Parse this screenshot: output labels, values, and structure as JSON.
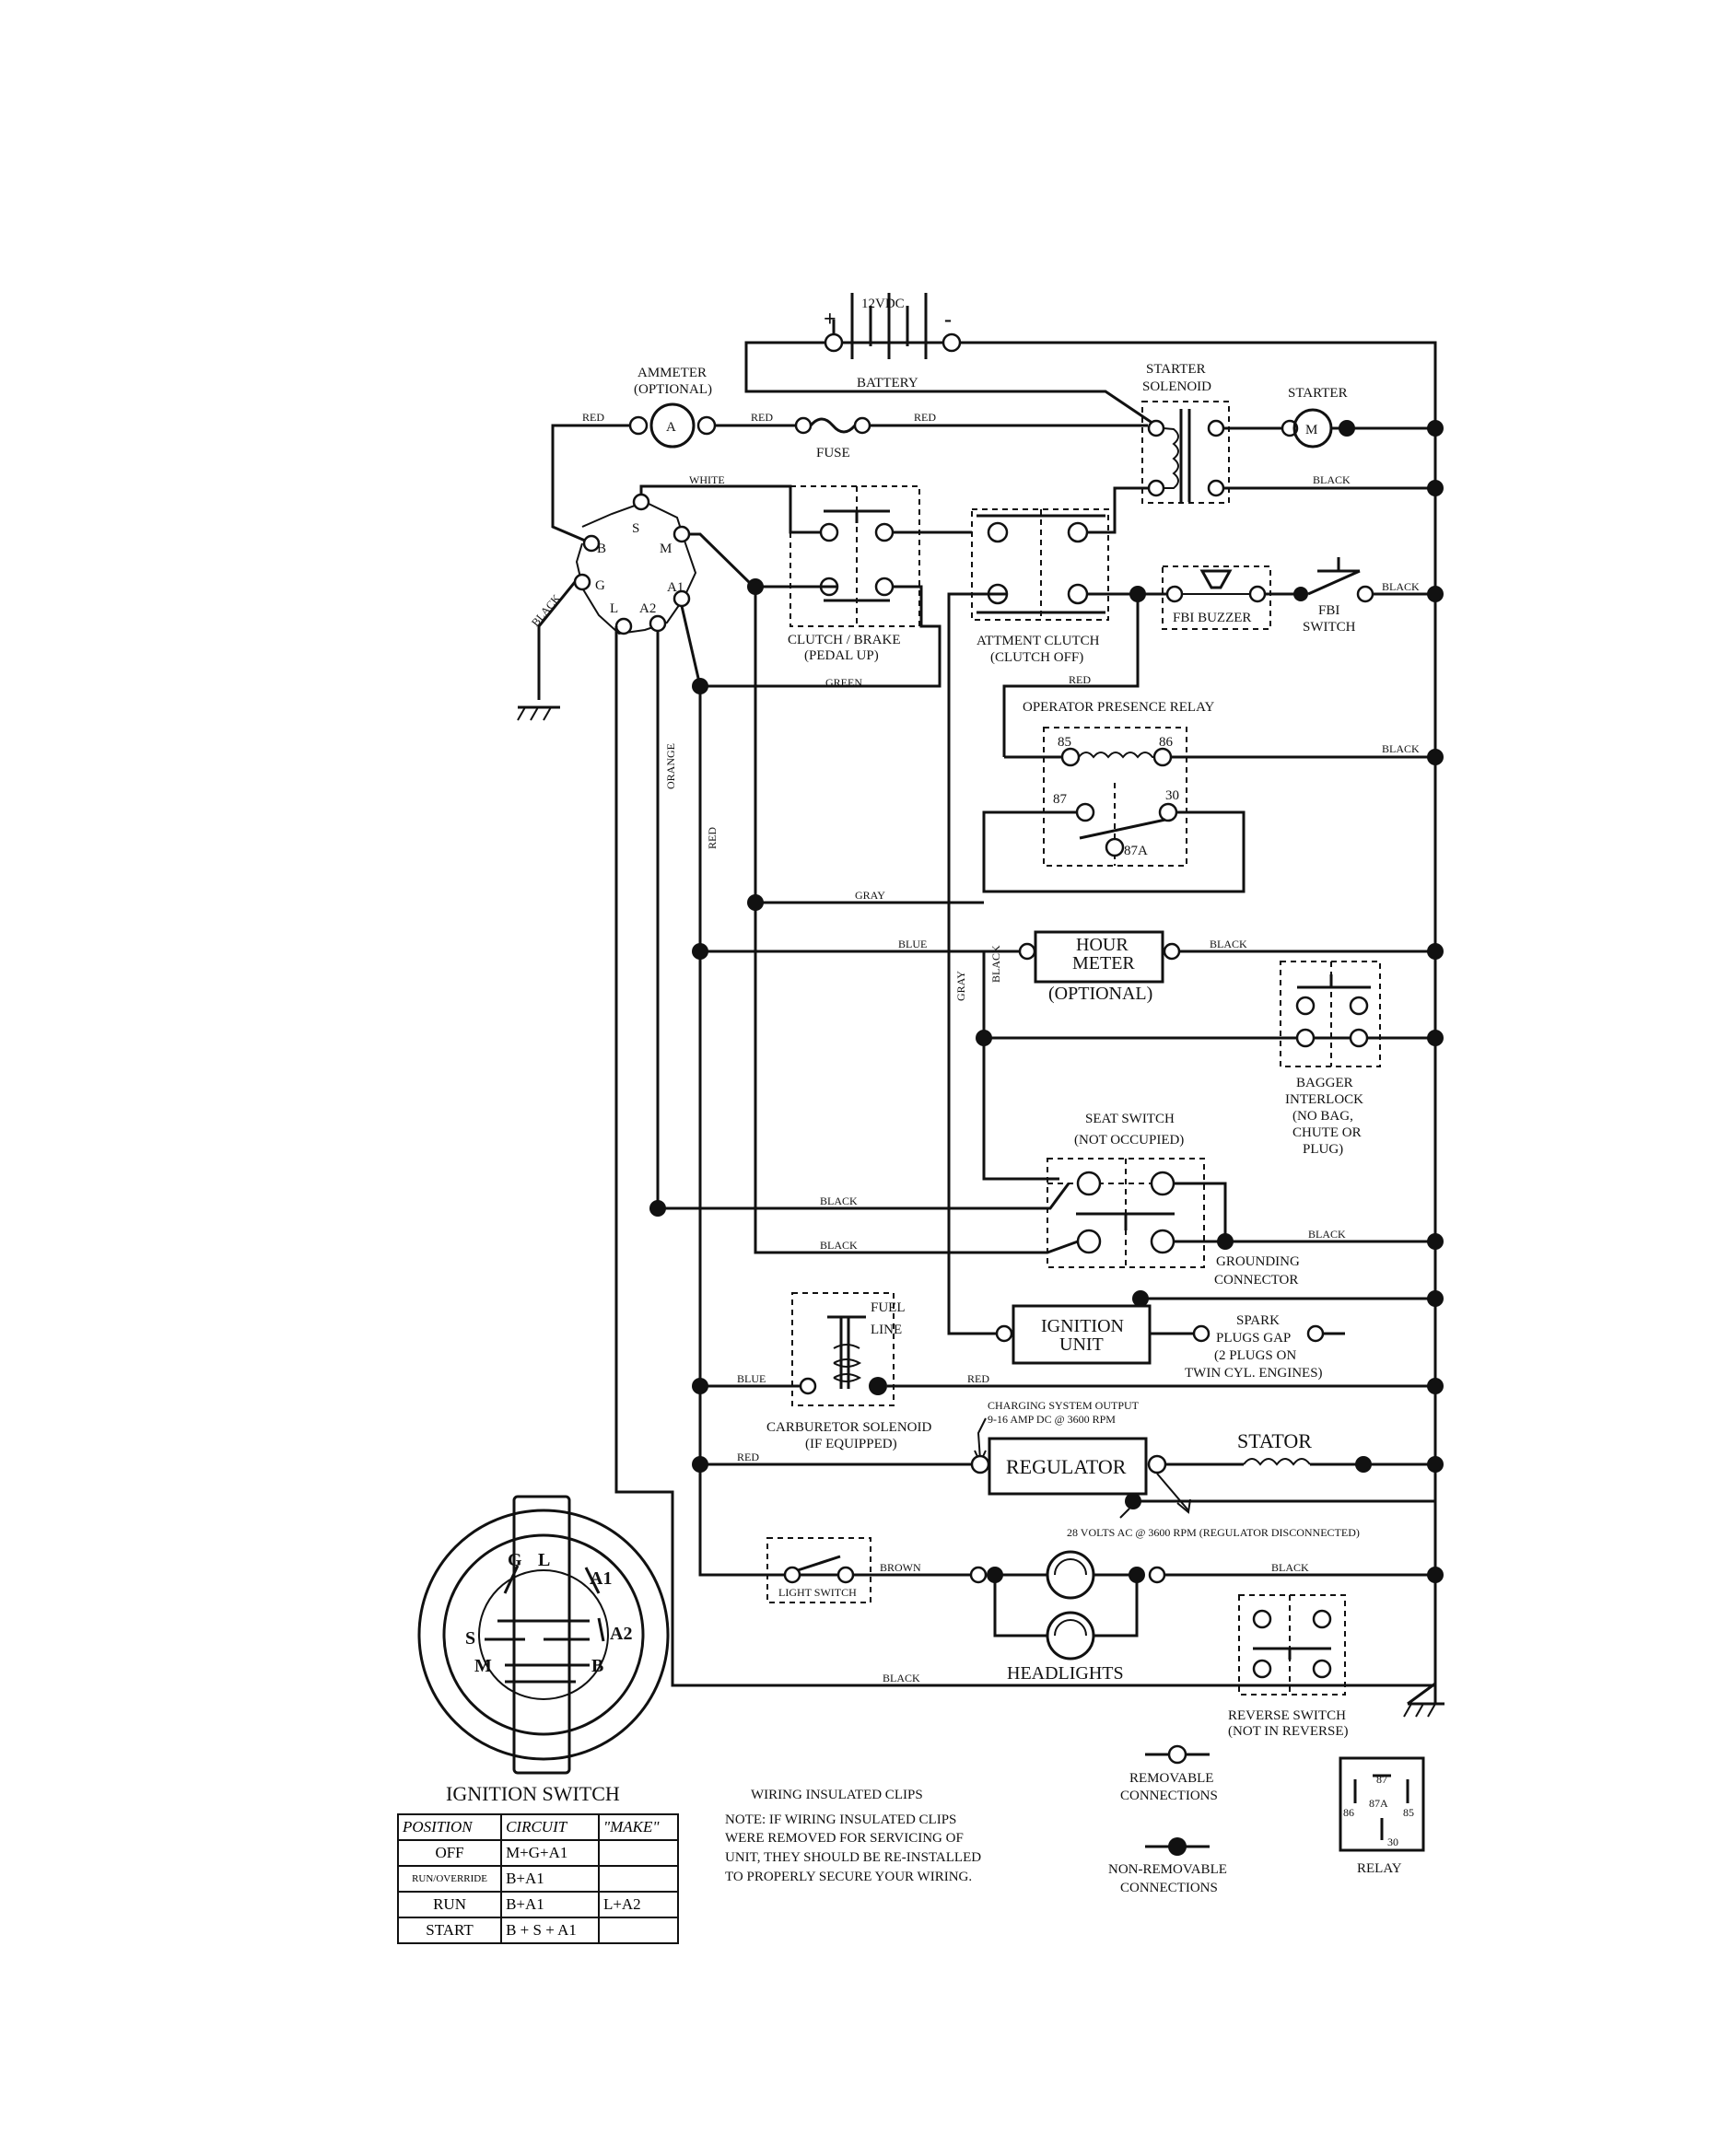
{
  "battery": {
    "voltage": "12VDC",
    "label": "BATTERY",
    "pos": "+",
    "neg": "-"
  },
  "ammeter": {
    "label": "AMMETER",
    "sub": "(OPTIONAL)",
    "symbol": "A"
  },
  "fuse": "FUSE",
  "starter_solenoid": [
    "STARTER",
    "SOLENOID"
  ],
  "starter": {
    "label": "STARTER",
    "symbol": "M"
  },
  "clutch_brake": [
    "CLUTCH / BRAKE",
    "(PEDAL UP)"
  ],
  "attment_clutch": [
    "ATTMENT CLUTCH",
    "(CLUTCH OFF)"
  ],
  "fbi_buzzer": "FBI BUZZER",
  "fbi_switch": [
    "FBI",
    "SWITCH"
  ],
  "operator_relay": {
    "title": "OPERATOR PRESENCE RELAY",
    "pins": [
      "85",
      "86",
      "87",
      "30",
      "87A"
    ]
  },
  "hour_meter": {
    "lines": [
      "HOUR",
      "METER"
    ],
    "note": "(OPTIONAL)"
  },
  "bagger": [
    "BAGGER",
    "INTERLOCK",
    "(NO BAG,",
    "CHUTE OR",
    "PLUG)"
  ],
  "seat_switch": [
    "SEAT SWITCH",
    "(NOT OCCUPIED)"
  ],
  "grounding": [
    "GROUNDING",
    "CONNECTOR"
  ],
  "fuel_line": [
    "FUEL",
    "LINE"
  ],
  "ignition_unit": [
    "IGNITION",
    "UNIT"
  ],
  "spark": [
    "SPARK",
    "PLUGS GAP",
    "(2 PLUGS ON",
    "TWIN CYL. ENGINES)"
  ],
  "carb": [
    "CARBURETOR SOLENOID",
    "(IF EQUIPPED)"
  ],
  "charging": [
    "CHARGING SYSTEM OUTPUT",
    "9-16 AMP DC @ 3600 RPM"
  ],
  "regulator": "REGULATOR",
  "stator": "STATOR",
  "volts_note": "28 VOLTS AC @ 3600 RPM (REGULATOR DISCONNECTED)",
  "light_switch": "LIGHT SWITCH",
  "headlights": "HEADLIGHTS",
  "reverse_switch": [
    "REVERSE SWITCH",
    "(NOT IN REVERSE)"
  ],
  "ign_terminals": [
    "B",
    "S",
    "M",
    "G",
    "L",
    "A2",
    "A1"
  ],
  "wires": {
    "red": "RED",
    "white": "WHITE",
    "black": "BLACK",
    "green": "GREEN",
    "orange": "ORANGE",
    "gray": "GRAY",
    "blue": "BLUE",
    "brown": "BROWN"
  },
  "ignition_switch": {
    "title": "IGNITION SWITCH",
    "face_labels": [
      "G",
      "L",
      "A1",
      "A2",
      "S",
      "M",
      "B"
    ],
    "headers": [
      "POSITION",
      "CIRCUIT",
      "\"MAKE\""
    ],
    "rows": [
      {
        "position": "OFF",
        "circuit": "M+G+A1",
        "make": ""
      },
      {
        "position": "RUN/OVERRIDE",
        "circuit": "B+A1",
        "make": ""
      },
      {
        "position": "RUN",
        "circuit": "B+A1",
        "make": "L+A2"
      },
      {
        "position": "START",
        "circuit": "B + S + A1",
        "make": ""
      }
    ]
  },
  "clips": {
    "title": "WIRING INSULATED CLIPS",
    "note": [
      "NOTE:  IF WIRING INSULATED CLIPS",
      "WERE REMOVED FOR SERVICING OF",
      "UNIT, THEY SHOULD BE RE-INSTALLED",
      "TO PROPERLY SECURE YOUR WIRING."
    ]
  },
  "legend": {
    "removable": [
      "REMOVABLE",
      "CONNECTIONS"
    ],
    "non_removable": [
      "NON-REMOVABLE",
      "CONNECTIONS"
    ],
    "relay": "RELAY",
    "relay_pins": [
      "87",
      "87A",
      "86",
      "85",
      "30"
    ]
  }
}
